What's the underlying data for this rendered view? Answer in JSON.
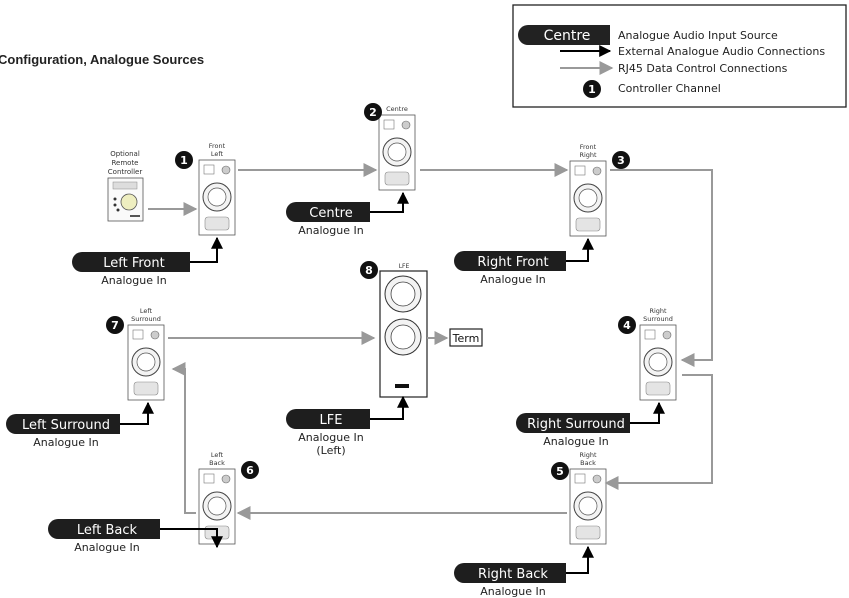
{
  "title": "Configuration, Analogue Sources",
  "legend": {
    "source_tag": "Centre",
    "source_desc": "Analogue Audio Input Source",
    "ext_desc": "External Analogue Audio Connections",
    "rj45_desc": "RJ45 Data Control Connections",
    "channel_num": "1",
    "channel_desc": "Controller Channel"
  },
  "remote": {
    "l1": "Optional",
    "l2": "Remote",
    "l3": "Controller"
  },
  "speakers": {
    "front_left": {
      "l1": "Front",
      "l2": "Left",
      "num": "1"
    },
    "centre": {
      "l1": "Centre",
      "num": "2"
    },
    "front_right": {
      "l1": "Front",
      "l2": "Right",
      "num": "3"
    },
    "right_surround": {
      "l1": "Right",
      "l2": "Surround",
      "num": "4"
    },
    "right_back": {
      "l1": "Right",
      "l2": "Back",
      "num": "5"
    },
    "left_back": {
      "l1": "Left",
      "l2": "Back",
      "num": "6"
    },
    "left_surround": {
      "l1": "Left",
      "l2": "Surround",
      "num": "7"
    },
    "lfe": {
      "l1": "LFE",
      "num": "8"
    }
  },
  "term": "Term",
  "sources": {
    "left_front": {
      "tag": "Left Front",
      "sub": "Analogue In"
    },
    "centre": {
      "tag": "Centre",
      "sub": "Analogue In"
    },
    "right_front": {
      "tag": "Right Front",
      "sub": "Analogue In"
    },
    "left_surround": {
      "tag": "Left Surround",
      "sub": "Analogue In"
    },
    "lfe": {
      "tag": "LFE",
      "sub": "Analogue In",
      "sub2": "(Left)"
    },
    "right_surround": {
      "tag": "Right Surround",
      "sub": "Analogue In"
    },
    "left_back": {
      "tag": "Left Back",
      "sub": "Analogue In"
    },
    "right_back": {
      "tag": "Right Back",
      "sub": "Analogue In"
    }
  }
}
